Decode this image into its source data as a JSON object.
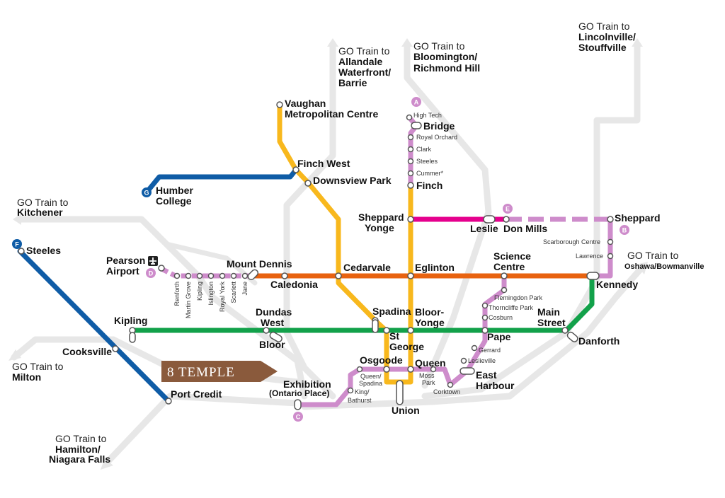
{
  "colors": {
    "line_1": "#F8B81D",
    "line_2": "#12A14A",
    "line_4": "#E5008D",
    "line_5": "#E8620F",
    "line_6": "#0F5CA6",
    "lrt_pink": "#CE8CCB",
    "go_grey": "#E7E7E7",
    "promo_brown": "#8A5A3C"
  },
  "go_trains": {
    "kitchener": {
      "prefix": "GO Train to",
      "dest": "Kitchener"
    },
    "milton": {
      "prefix": "GO Train to",
      "dest": "Milton"
    },
    "hamilton": {
      "prefix": "GO Train to",
      "dest1": "Hamilton/",
      "dest2": "Niagara Falls"
    },
    "barrie": {
      "prefix": "GO Train to",
      "dest1": "Allandale",
      "dest2": "Waterfront/",
      "dest3": "Barrie"
    },
    "richmond_hill": {
      "prefix": "GO Train to",
      "dest1": "Bloomington/",
      "dest2": "Richmond Hill"
    },
    "stouffville": {
      "prefix": "GO Train to",
      "dest1": "Lincolnville/",
      "dest2": "Stouffville"
    },
    "oshawa": {
      "prefix": "GO Train to",
      "dest": "Oshawa/Bowmanville"
    }
  },
  "stations": {
    "vaughan": {
      "l1": "Vaughan",
      "l2": "Metropolitan Centre"
    },
    "finch_west": "Finch West",
    "downsview": "Downsview Park",
    "humber": {
      "l1": "Humber",
      "l2": "College"
    },
    "steeles_w": "Steeles",
    "pearson": {
      "l1": "Pearson",
      "l2": "Airport"
    },
    "mount_dennis": "Mount Dennis",
    "caledonia": "Caledonia",
    "cedarvale": "Cedarvale",
    "eglinton": "Eglinton",
    "science_centre": {
      "l1": "Science",
      "l2": "Centre"
    },
    "kennedy": "Kennedy",
    "sheppard_yonge": {
      "l1": "Sheppard",
      "l2": "Yonge"
    },
    "leslie": "Leslie",
    "don_mills": "Don Mills",
    "sheppard_e": "Sheppard",
    "finch": "Finch",
    "high_tech": "High Tech",
    "bridge": "Bridge",
    "royal_orchard": "Royal Orchard",
    "clark": "Clark",
    "steeles_n": "Steeles",
    "cummer": "Cummer*",
    "scarborough_centre": "Scarborough Centre",
    "lawrence": "Lawrence",
    "kipling": "Kipling",
    "dundas_west": {
      "l1": "Dundas",
      "l2": "West"
    },
    "bloor": "Bloor",
    "spadina": "Spadina",
    "bloor_yonge": {
      "l1": "Bloor-",
      "l2": "Yonge"
    },
    "st_george": {
      "l1": "St",
      "l2": "George"
    },
    "pape": "Pape",
    "main_street": {
      "l1": "Main",
      "l2": "Street"
    },
    "danforth": "Danforth",
    "cooksville": "Cooksville",
    "port_credit": "Port Credit",
    "osgoode": "Osgoode",
    "queen": "Queen",
    "union": "Union",
    "exhibition": {
      "l1": "Exhibition",
      "l2": "(Ontario Place)"
    },
    "east_harbour": {
      "l1": "East",
      "l2": "Harbour"
    },
    "queen_spadina": {
      "l1": "Queen/",
      "l2": "Spadina"
    },
    "king_bathurst": {
      "l1": "King/",
      "l2": "Bathurst"
    },
    "moss_park": {
      "l1": "Moss",
      "l2": "Park"
    },
    "corktown": "Corktown",
    "gerrard": "Gerrard",
    "leslieville": "Leslieville",
    "flemingdon": "Flemingdon Park",
    "thorncliffe": "Thorncliffe Park",
    "cosburn": "Cosburn",
    "crosstown_west": [
      "Renforth",
      "Martin Grove",
      "Kipling",
      "Islington",
      "Royal York",
      "Scarlett",
      "Jane"
    ]
  },
  "badges": {
    "a": "A",
    "b": "B",
    "c": "C",
    "d": "D",
    "e": "E",
    "f": "F",
    "g": "G"
  },
  "promo": {
    "label": "8 TEMPLE"
  }
}
